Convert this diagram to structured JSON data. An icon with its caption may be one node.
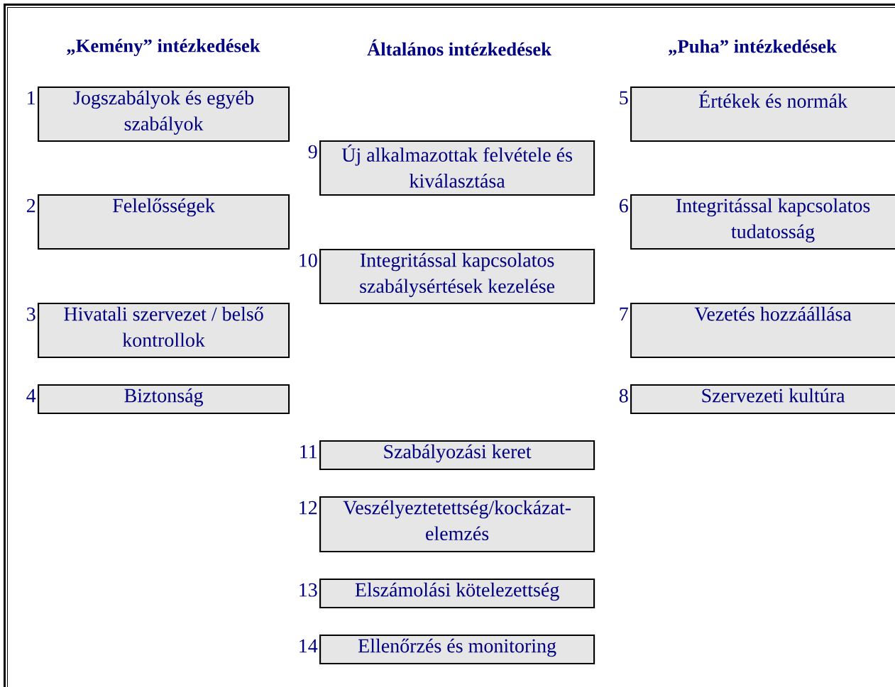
{
  "diagram": {
    "nodes": [
      {
        "text": [
          "Jogszabályok és egyéb szabályok"
        ],
        "beside": [
          "1"
        ]
      },
      {
        "text": [
          "Felelősségek"
        ],
        "beside": [
          "2"
        ]
      },
      {
        "text": [
          "Hivatali szervezet / belső kontrollok"
        ],
        "beside": [
          "3"
        ]
      },
      {
        "text": [
          "Biztonság"
        ],
        "beside": [
          "4"
        ]
      },
      {
        "text": [
          "Értékek és normák"
        ],
        "beside": [
          "5"
        ]
      },
      {
        "text": [
          "Integritással kapcsolatos tudatosság"
        ],
        "beside": [
          "6"
        ]
      },
      {
        "text": [
          "Vezetés hozzáállása"
        ],
        "beside": [
          "7"
        ]
      },
      {
        "text": [
          "Szervezeti kultúra"
        ],
        "beside": [
          "8"
        ]
      },
      {
        "text": [
          "Új alkalmazottak felvétele és kiválasztása"
        ],
        "beside": [
          "9"
        ]
      },
      {
        "text": [
          "Integritással kapcsolatos szabálysértések kezelése"
        ],
        "beside": [
          "10"
        ]
      },
      {
        "text": [
          "Szabályozási keret"
        ],
        "beside": [
          "11"
        ]
      },
      {
        "text": [
          "Veszélyeztetettség/kockázat-elemzés"
        ],
        "beside": [
          "12"
        ]
      },
      {
        "text": [
          "Elszámolási kötelezettség"
        ],
        "beside": [
          "13"
        ]
      },
      {
        "text": [
          "Ellenőrzés és monitoring"
        ],
        "beside": [
          "14"
        ]
      }
    ],
    "labels": [
      "„Kemény” intézkedések",
      "Általános intézkedések",
      "„Puha” intézkedések"
    ]
  }
}
